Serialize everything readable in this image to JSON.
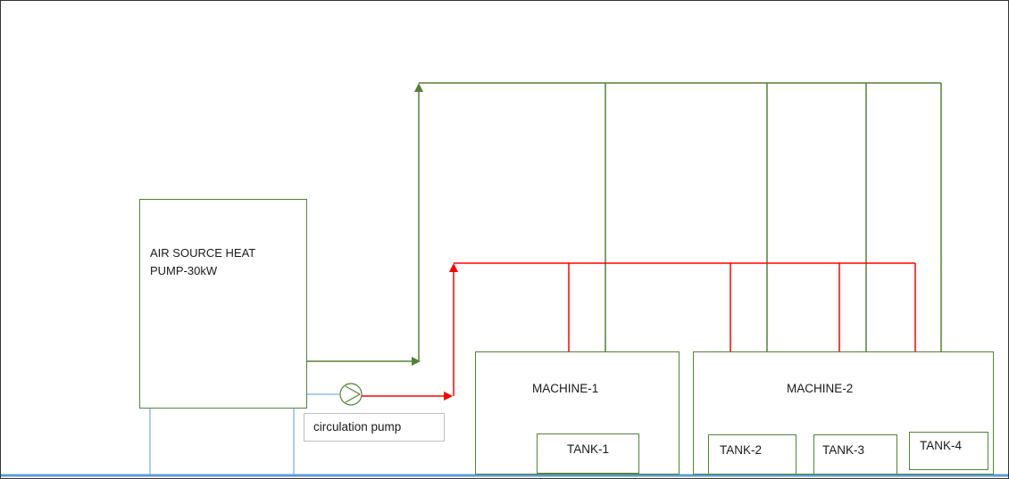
{
  "diagram": {
    "heat_pump": {
      "label": "AIR SOURCE HEAT\nPUMP-30kW"
    },
    "circulation_pump": {
      "label": "circulation pump"
    },
    "machines": [
      {
        "label": "MACHINE-1"
      },
      {
        "label": "MACHINE-2"
      }
    ],
    "tanks": [
      {
        "label": "TANK-1"
      },
      {
        "label": "TANK-2"
      },
      {
        "label": "TANK-3"
      },
      {
        "label": "TANK-4"
      }
    ]
  },
  "colors": {
    "supply_line": "#ff0000",
    "return_line": "#548235",
    "ground_line": "#5b9bd5",
    "box_border": "#548235",
    "label_border": "#bfbfbf"
  }
}
